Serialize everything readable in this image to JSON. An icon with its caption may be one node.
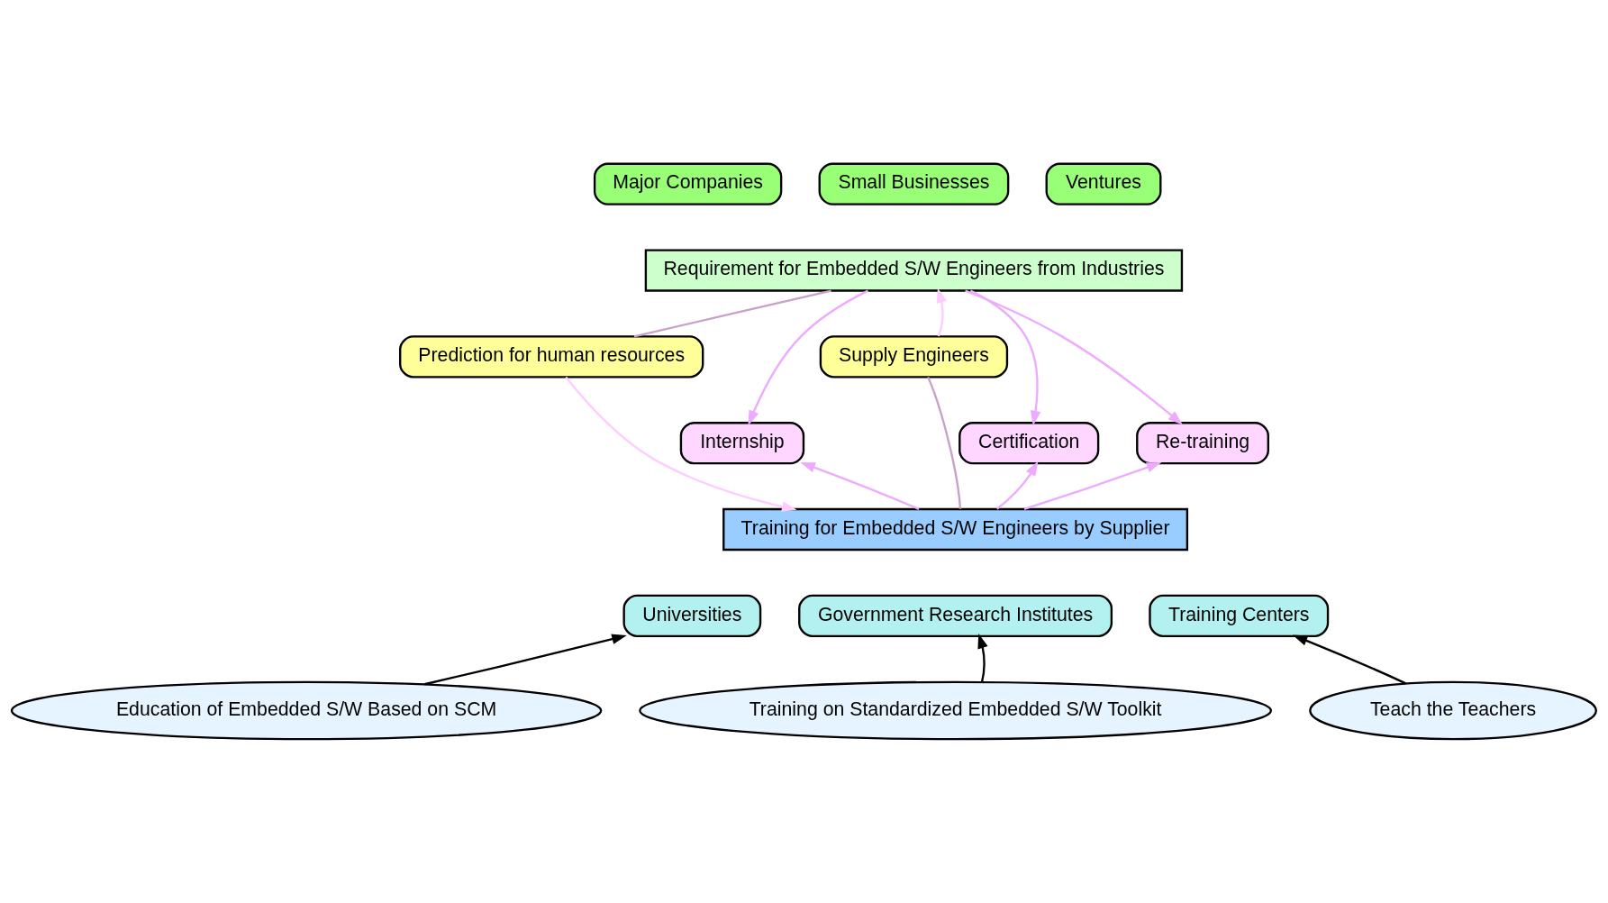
{
  "diagram": {
    "nodes": [
      {
        "text": [
          "Major Companies"
        ]
      },
      {
        "text": [
          "Small Businesses"
        ]
      },
      {
        "text": [
          "Ventures"
        ]
      },
      {
        "text": [
          "Requirement for Embedded S/W Engineers from Industries"
        ]
      },
      {
        "text": [
          "Prediction for human resources"
        ]
      },
      {
        "text": [
          "Internship"
        ]
      },
      {
        "text": [
          "Certification"
        ]
      },
      {
        "text": [
          "Re-training"
        ]
      },
      {
        "text": [
          "Supply Engineers"
        ]
      },
      {
        "text": [
          "Training for Embedded S/W Engineers by Supplier"
        ]
      },
      {
        "text": [
          "Universities"
        ]
      },
      {
        "text": [
          "Government Research Institutes"
        ]
      },
      {
        "text": [
          "Training Centers"
        ]
      },
      {
        "text": [
          "Education of Embedded S/W Based on SCM"
        ]
      },
      {
        "text": [
          "Training on Standardized Embedded S/W Toolkit"
        ]
      },
      {
        "text": [
          "Teach the Teachers"
        ]
      }
    ],
    "edges": [
      {
        "from": 3,
        "to": 4,
        "arrow": "none",
        "color": "#c8a0c8"
      },
      {
        "from": 4,
        "to": 9,
        "arrow": "to",
        "color": "#ffccff"
      },
      {
        "from": 3,
        "to": 5,
        "arrow": "to",
        "color": "#eeaaff"
      },
      {
        "from": 3,
        "to": 6,
        "arrow": "to",
        "color": "#eeaaff"
      },
      {
        "from": 3,
        "to": 7,
        "arrow": "to",
        "color": "#eeaaff"
      },
      {
        "from": 9,
        "to": 5,
        "arrow": "to",
        "color": "#eeaaff"
      },
      {
        "from": 9,
        "to": 6,
        "arrow": "to",
        "color": "#eeaaff"
      },
      {
        "from": 9,
        "to": 7,
        "arrow": "to",
        "color": "#eeaaff"
      },
      {
        "from": 9,
        "to": 8,
        "arrow": "none",
        "color": "#c8a0c8"
      },
      {
        "from": 8,
        "to": 3,
        "arrow": "to",
        "color": "#ffccff"
      },
      {
        "from": 13,
        "to": 10,
        "arrow": "to",
        "color": "#000000"
      },
      {
        "from": 14,
        "to": 11,
        "arrow": "to",
        "color": "#000000"
      },
      {
        "from": 15,
        "to": 12,
        "arrow": "to",
        "color": "#000000"
      }
    ]
  }
}
